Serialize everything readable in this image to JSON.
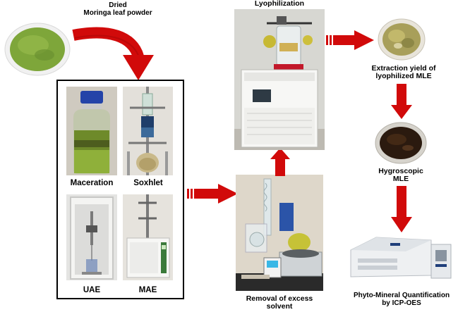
{
  "labels": {
    "powder": [
      "Dried",
      "Moringa leaf powder"
    ],
    "maceration": "Maceration",
    "soxhlet": "Soxhlet",
    "uae": "UAE",
    "mae": "MAE",
    "lyophilization": "Lyophilization",
    "removal": [
      "Removal of excess",
      "solvent"
    ],
    "yield": [
      "Extraction yield of",
      "lyophilized MLE"
    ],
    "hygroscopic": [
      "Hygroscopic",
      "MLE"
    ],
    "quant": [
      "Phyto-Mineral Quantification",
      "by ICP-OES"
    ]
  },
  "colors": {
    "arrow": "#d10a0a",
    "arrow_dark": "#8f0606",
    "powder": "#7ea63a",
    "liquid": "#6d8f2a"
  }
}
